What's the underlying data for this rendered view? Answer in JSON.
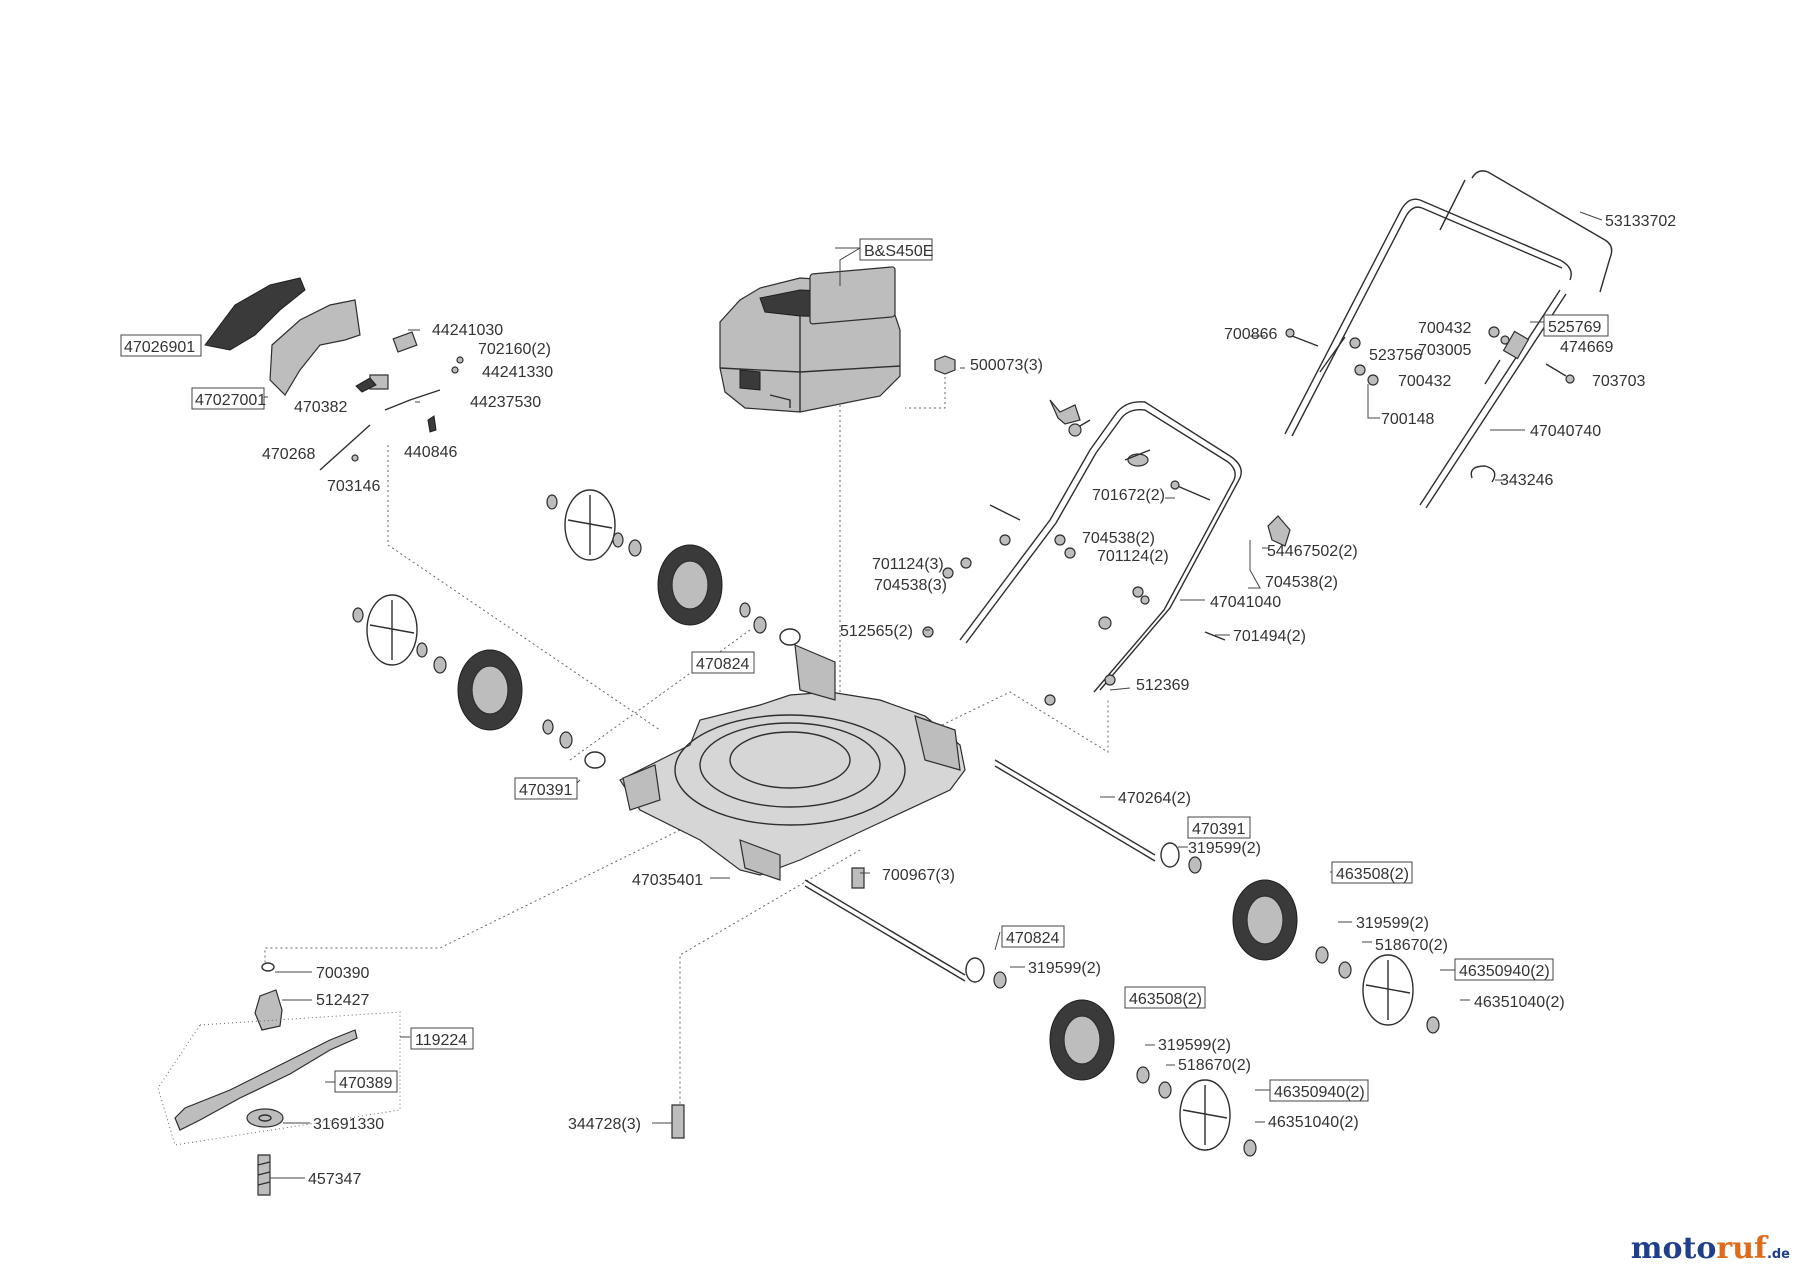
{
  "diagram": {
    "labels": [
      {
        "id": "l01",
        "text": "B&S450E",
        "boxed": true
      },
      {
        "id": "l02",
        "text": "53133702",
        "boxed": false
      },
      {
        "id": "l03",
        "text": "47026901",
        "boxed": true
      },
      {
        "id": "l04",
        "text": "44241030",
        "boxed": false
      },
      {
        "id": "l05",
        "text": "702160(2)",
        "boxed": false
      },
      {
        "id": "l06",
        "text": "44241330",
        "boxed": false
      },
      {
        "id": "l07",
        "text": "47027001",
        "boxed": true
      },
      {
        "id": "l08",
        "text": "44237530",
        "boxed": false
      },
      {
        "id": "l09",
        "text": "470382",
        "boxed": false
      },
      {
        "id": "l10",
        "text": "470268",
        "boxed": false
      },
      {
        "id": "l11",
        "text": "440846",
        "boxed": false
      },
      {
        "id": "l12",
        "text": "703146",
        "boxed": false
      },
      {
        "id": "l13",
        "text": "500073(3)",
        "boxed": false
      },
      {
        "id": "l14",
        "text": "700866",
        "boxed": false
      },
      {
        "id": "l15",
        "text": "700432",
        "boxed": false
      },
      {
        "id": "l16",
        "text": "525769",
        "boxed": true
      },
      {
        "id": "l17",
        "text": "703005",
        "boxed": false
      },
      {
        "id": "l18",
        "text": "474669",
        "boxed": false
      },
      {
        "id": "l19",
        "text": "523756",
        "boxed": false
      },
      {
        "id": "l20",
        "text": "700432",
        "boxed": false
      },
      {
        "id": "l21",
        "text": "703703",
        "boxed": false
      },
      {
        "id": "l22",
        "text": "700148",
        "boxed": false
      },
      {
        "id": "l23",
        "text": "47040740",
        "boxed": false
      },
      {
        "id": "l24",
        "text": "343246",
        "boxed": false
      },
      {
        "id": "l25",
        "text": "701672(2)",
        "boxed": false
      },
      {
        "id": "l26",
        "text": "704538(2)",
        "boxed": false
      },
      {
        "id": "l27",
        "text": "701124(2)",
        "boxed": false
      },
      {
        "id": "l28",
        "text": "54467502(2)",
        "boxed": false
      },
      {
        "id": "l29",
        "text": "701124(3)",
        "boxed": false
      },
      {
        "id": "l30",
        "text": "704538(3)",
        "boxed": false
      },
      {
        "id": "l31",
        "text": "704538(2)",
        "boxed": false
      },
      {
        "id": "l32",
        "text": "47041040",
        "boxed": false
      },
      {
        "id": "l33",
        "text": "512565(2)",
        "boxed": false
      },
      {
        "id": "l34",
        "text": "701494(2)",
        "boxed": false
      },
      {
        "id": "l35",
        "text": "470824",
        "boxed": true
      },
      {
        "id": "l36",
        "text": "512369",
        "boxed": false
      },
      {
        "id": "l37",
        "text": "470391",
        "boxed": true
      },
      {
        "id": "l38",
        "text": "470264(2)",
        "boxed": false
      },
      {
        "id": "l39",
        "text": "470391",
        "boxed": true
      },
      {
        "id": "l40",
        "text": "319599(2)",
        "boxed": false
      },
      {
        "id": "l41",
        "text": "47035401",
        "boxed": false
      },
      {
        "id": "l42",
        "text": "700967(3)",
        "boxed": false
      },
      {
        "id": "l43",
        "text": "463508(2)",
        "boxed": true
      },
      {
        "id": "l44",
        "text": "319599(2)",
        "boxed": false
      },
      {
        "id": "l45",
        "text": "518670(2)",
        "boxed": false
      },
      {
        "id": "l46",
        "text": "46350940(2)",
        "boxed": true
      },
      {
        "id": "l47",
        "text": "470824",
        "boxed": true
      },
      {
        "id": "l48",
        "text": "700390",
        "boxed": false
      },
      {
        "id": "l49",
        "text": "319599(2)",
        "boxed": false
      },
      {
        "id": "l50",
        "text": "46351040(2)",
        "boxed": false
      },
      {
        "id": "l51",
        "text": "512427",
        "boxed": false
      },
      {
        "id": "l52",
        "text": "463508(2)",
        "boxed": true
      },
      {
        "id": "l53",
        "text": "119224",
        "boxed": true
      },
      {
        "id": "l54",
        "text": "319599(2)",
        "boxed": false
      },
      {
        "id": "l55",
        "text": "518670(2)",
        "boxed": false
      },
      {
        "id": "l56",
        "text": "470389",
        "boxed": true
      },
      {
        "id": "l57",
        "text": "46350940(2)",
        "boxed": true
      },
      {
        "id": "l58",
        "text": "344728(3)",
        "boxed": false
      },
      {
        "id": "l59",
        "text": "31691330",
        "boxed": false
      },
      {
        "id": "l60",
        "text": "46351040(2)",
        "boxed": false
      },
      {
        "id": "l61",
        "text": "457347",
        "boxed": false
      }
    ]
  },
  "watermark": {
    "part1": "moto",
    "part2": "ruf",
    "tld": ".de"
  },
  "colors": {
    "brand_blue": "#1f3f8c",
    "brand_orange": "#e06a1a",
    "line": "#2e2e2e"
  }
}
